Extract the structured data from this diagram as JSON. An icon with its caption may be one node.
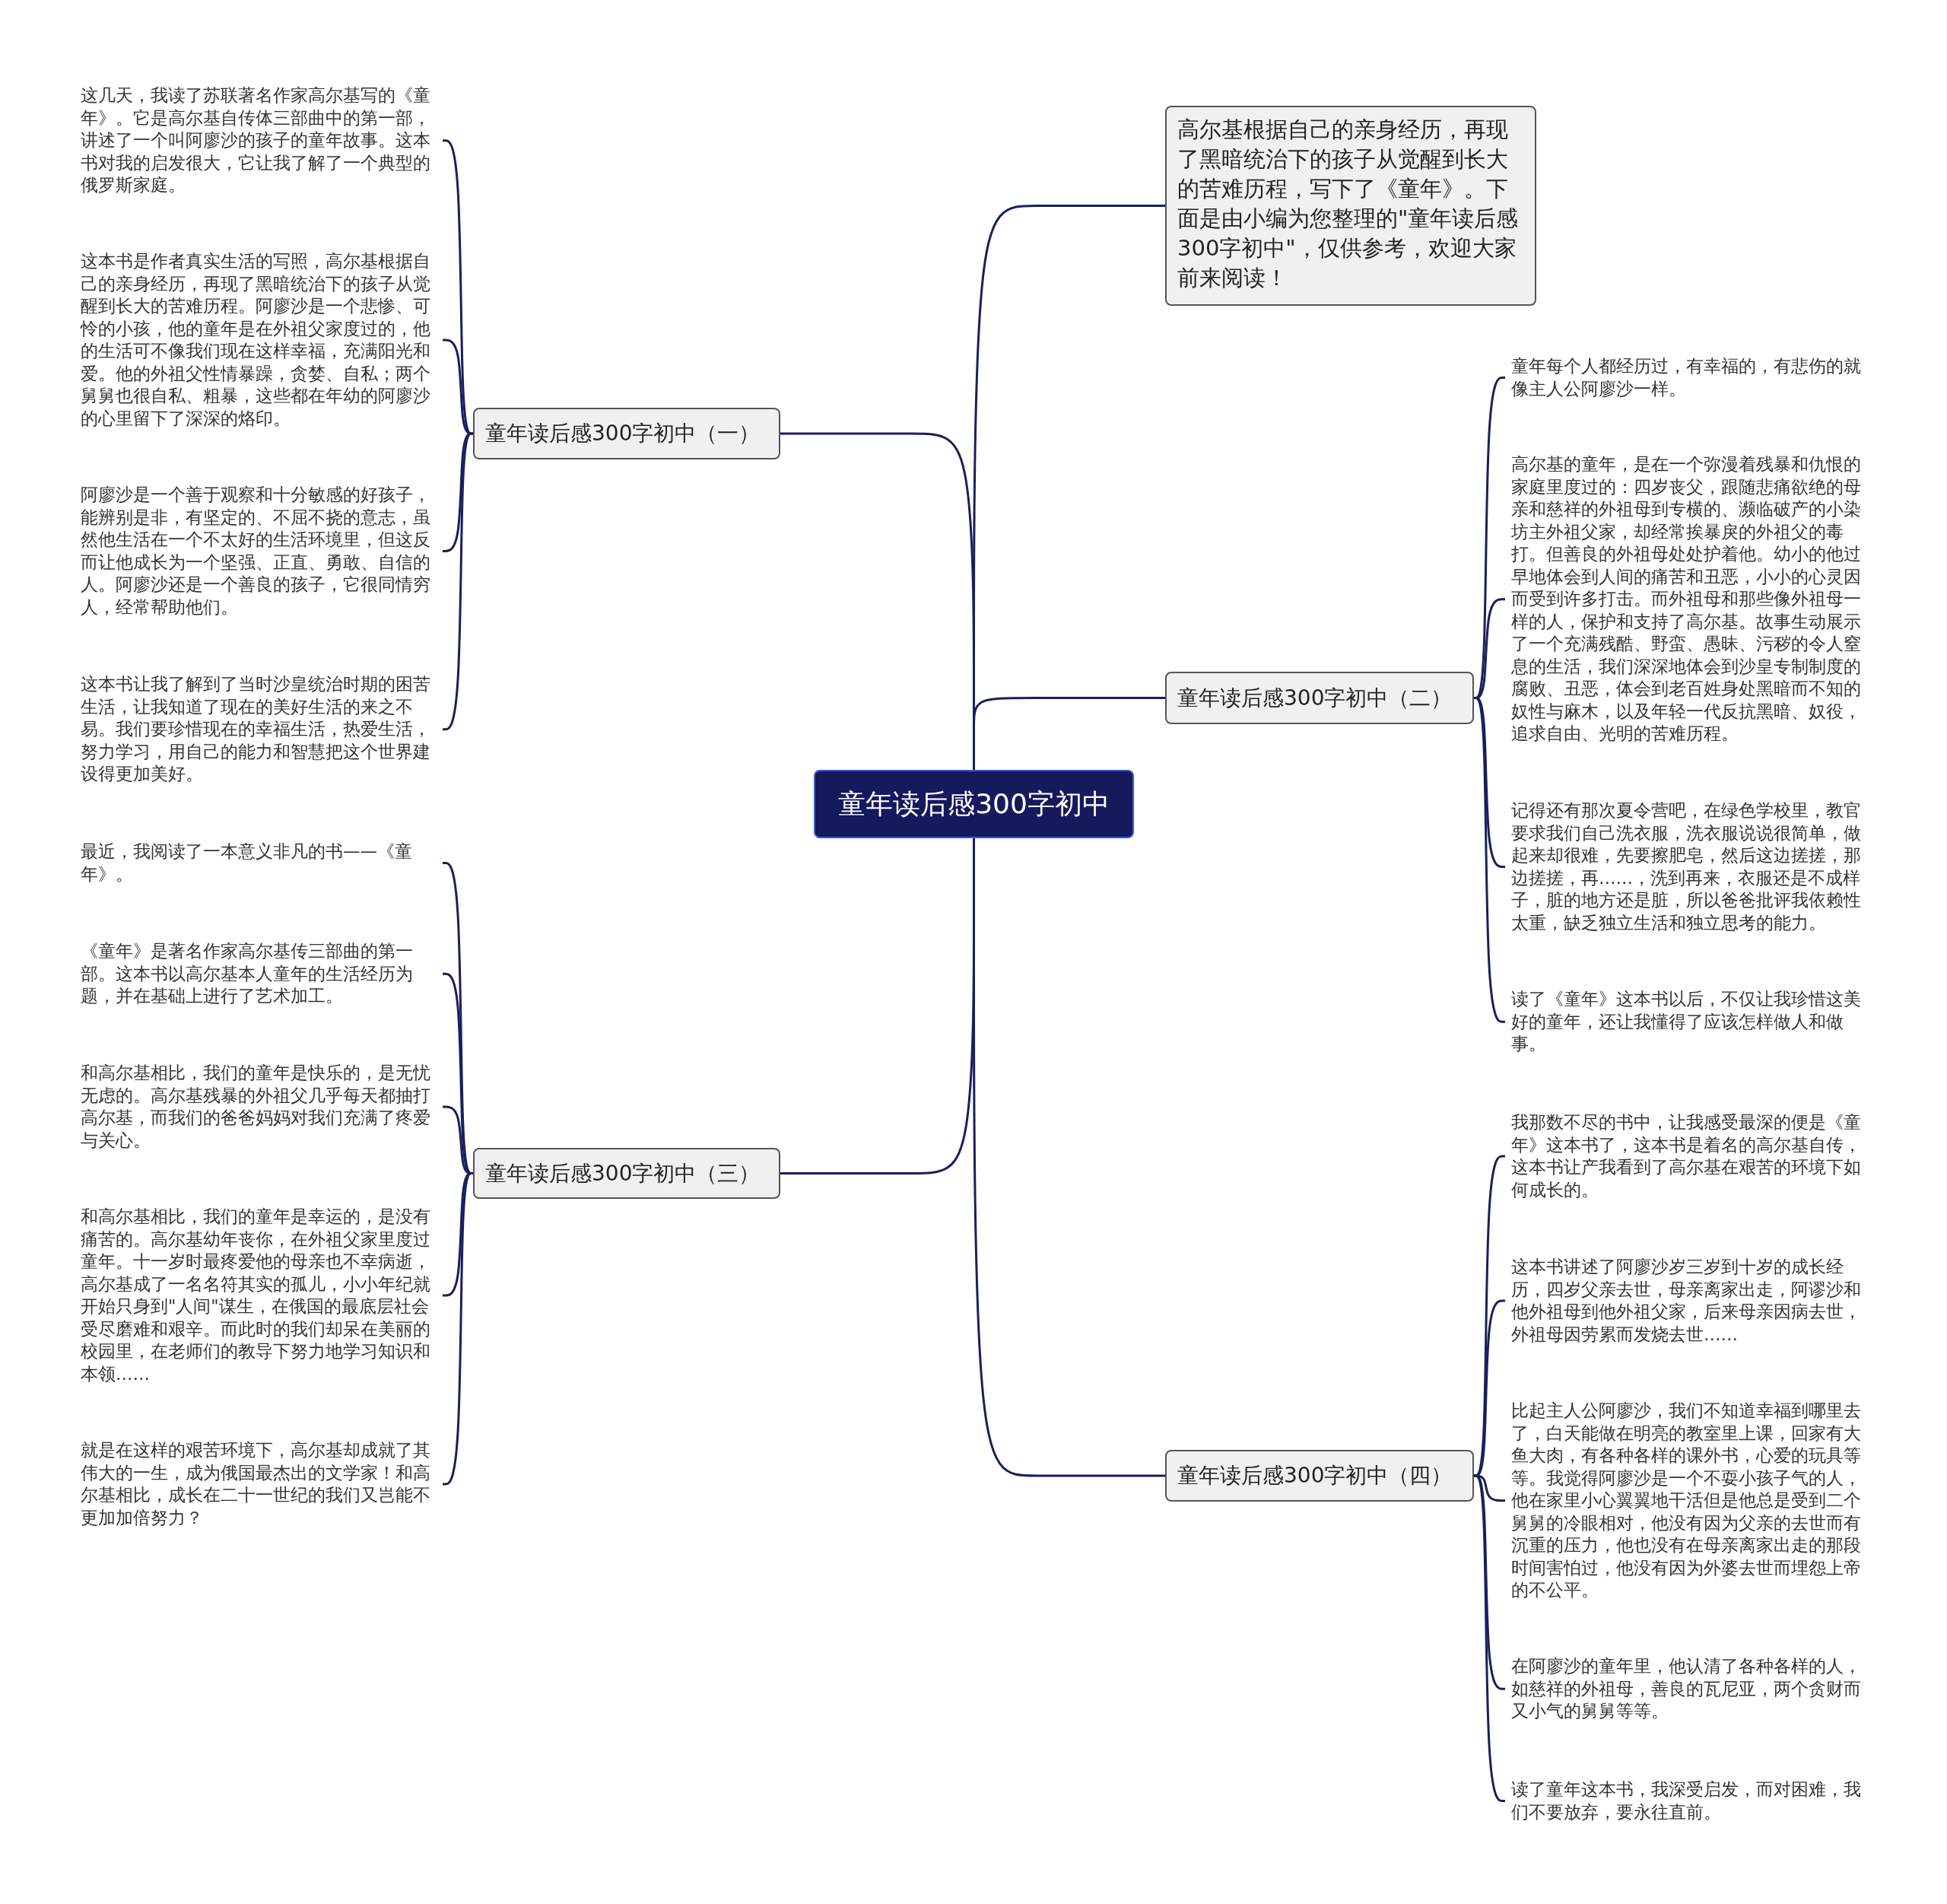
{
  "diagram": {
    "nodes": [
      {
        "text": [
          "童年读后感300字初中"
        ]
      },
      {
        "text": [
          "高尔基根据自己的亲身经历，再现了黑暗统治下的孩子从觉醒到长大的苦难历程，写下了《童年》。下面是由小编为您整理的\"童年读后感300字初中\"，仅供参考，欢迎大家前来阅读！"
        ]
      },
      {
        "text": [
          "童年读后感300字初中（一）"
        ]
      },
      {
        "text": [
          "这几天，我读了苏联著名作家高尔基写的《童年》。它是高尔基自传体三部曲中的第一部，讲述了一个叫阿廖沙的孩子的童年故事。这本书对我的启发很大，它让我了解了一个典型的俄罗斯家庭。"
        ]
      },
      {
        "text": [
          "这本书是作者真实生活的写照，高尔基根据自己的亲身经历，再现了黑暗统治下的孩子从觉醒到长大的苦难历程。阿廖沙是一个悲惨、可怜的小孩，他的童年是在外祖父家度过的，他的生活可不像我们现在这样幸福，充满阳光和爱。他的外祖父性情暴躁，贪婪、自私；两个舅舅也很自私、粗暴，这些都在年幼的阿廖沙的心里留下了深深的烙印。"
        ]
      },
      {
        "text": [
          "阿廖沙是一个善于观察和十分敏感的好孩子，能辨别是非，有坚定的、不屈不挠的意志，虽然他生活在一个不太好的生活环境里，但这反而让他成长为一个坚强、正直、勇敢、自信的人。阿廖沙还是一个善良的孩子，它很同情穷人，经常帮助他们。"
        ]
      },
      {
        "text": [
          "这本书让我了解到了当时沙皇统治时期的困苦生活，让我知道了现在的美好生活的来之不易。我们要珍惜现在的幸福生活，热爱生活，努力学习，用自己的能力和智慧把这个世界建设得更加美好。"
        ]
      },
      {
        "text": [
          "童年读后感300字初中（二）"
        ]
      },
      {
        "text": [
          "童年每个人都经历过，有幸福的，有悲伤的就像主人公阿廖沙一样。"
        ]
      },
      {
        "text": [
          "高尔基的童年，是在一个弥漫着残暴和仇恨的家庭里度过的：四岁丧父，跟随悲痛欲绝的母亲和慈祥的外祖母到专横的、濒临破产的小染坊主外祖父家，却经常挨暴戾的外祖父的毒打。但善良的外祖母处处护着他。幼小的他过早地体会到人间的痛苦和丑恶，小小的心灵因而受到许多打击。而外祖母和那些像外祖母一样的人，保护和支持了高尔基。故事生动展示了一个充满残酷、野蛮、愚昧、污秽的令人窒息的生活，我们深深地体会到沙皇专制制度的腐败、丑恶，体会到老百姓身处黑暗而不知的奴性与麻木，以及年轻一代反抗黑暗、奴役，追求自由、光明的苦难历程。"
        ]
      },
      {
        "text": [
          "记得还有那次夏令营吧，在绿色学校里，教官要求我们自己洗衣服，洗衣服说说很简单，做起来却很难，先要擦肥皂，然后这边搓搓，那边搓搓，再……，洗到再来，衣服还是不成样子，脏的地方还是脏，所以爸爸批评我依赖性太重，缺乏独立生活和独立思考的能力。"
        ]
      },
      {
        "text": [
          "读了《童年》这本书以后，不仅让我珍惜这美好的童年，还让我懂得了应该怎样做人和做事。"
        ]
      },
      {
        "text": [
          "童年读后感300字初中（三）"
        ]
      },
      {
        "text": [
          "最近，我阅读了一本意义非凡的书——《童年》。"
        ]
      },
      {
        "text": [
          "《童年》是著名作家高尔基传三部曲的第一部。这本书以高尔基本人童年的生活经历为题，并在基础上进行了艺术加工。"
        ]
      },
      {
        "text": [
          "和高尔基相比，我们的童年是快乐的，是无忧无虑的。高尔基残暴的外祖父几乎每天都抽打高尔基，而我们的爸爸妈妈对我们充满了疼爱与关心。"
        ]
      },
      {
        "text": [
          "和高尔基相比，我们的童年是幸运的，是没有痛苦的。高尔基幼年丧你，在外祖父家里度过童年。十一岁时最疼爱他的母亲也不幸病逝，高尔基成了一名名符其实的孤儿，小小年纪就开始只身到\"人间\"谋生，在俄国的最底层社会受尽磨难和艰辛。而此时的我们却呆在美丽的校园里，在老师们的教导下努力地学习知识和本领……"
        ]
      },
      {
        "text": [
          "就是在这样的艰苦环境下，高尔基却成就了其伟大的一生，成为俄国最杰出的文学家！和高尔基相比，成长在二十一世纪的我们又岂能不更加加倍努力？"
        ]
      },
      {
        "text": [
          "童年读后感300字初中（四）"
        ]
      },
      {
        "text": [
          "我那数不尽的书中，让我感受最深的便是《童年》这本书了，这本书是着名的高尔基自传，这本书让产我看到了高尔基在艰苦的环境下如何成长的。"
        ]
      },
      {
        "text": [
          "这本书讲述了阿廖沙岁三岁到十岁的成长经历，四岁父亲去世，母亲离家出走，阿谬沙和他外祖母到他外祖父家，后来母亲因病去世，外祖母因劳累而发烧去世……"
        ]
      },
      {
        "text": [
          "比起主人公阿廖沙，我们不知道幸福到哪里去了，白天能做在明亮的教室里上课，回家有大鱼大肉，有各种各样的课外书，心爱的玩具等等。我觉得阿廖沙是一个不耍小孩子气的人，他在家里小心翼翼地干活但是他总是受到二个舅舅的冷眼相对，他没有因为父亲的去世而有沉重的压力，他也没有在母亲离家出走的那段时间害怕过，他没有因为外婆去世而埋怨上帝的不公平。"
        ]
      },
      {
        "text": [
          "在阿廖沙的童年里，他认清了各种各样的人，如慈祥的外祖母，善良的瓦尼亚，两个贪财而又小气的舅舅等等。"
        ]
      },
      {
        "text": [
          "读了童年这本书，我深受启发，而对困难，我们不要放弃，要永往直前。"
        ]
      }
    ],
    "edges": [
      {
        "from": 0,
        "to": 1,
        "arrow": "none"
      },
      {
        "from": 0,
        "to": 2,
        "arrow": "none"
      },
      {
        "from": 2,
        "to": 3,
        "arrow": "none"
      },
      {
        "from": 2,
        "to": 4,
        "arrow": "none"
      },
      {
        "from": 2,
        "to": 5,
        "arrow": "none"
      },
      {
        "from": 2,
        "to": 6,
        "arrow": "none"
      },
      {
        "from": 0,
        "to": 7,
        "arrow": "none"
      },
      {
        "from": 7,
        "to": 8,
        "arrow": "none"
      },
      {
        "from": 7,
        "to": 9,
        "arrow": "none"
      },
      {
        "from": 7,
        "to": 10,
        "arrow": "none"
      },
      {
        "from": 7,
        "to": 11,
        "arrow": "none"
      },
      {
        "from": 0,
        "to": 12,
        "arrow": "none"
      },
      {
        "from": 12,
        "to": 13,
        "arrow": "none"
      },
      {
        "from": 12,
        "to": 14,
        "arrow": "none"
      },
      {
        "from": 12,
        "to": 15,
        "arrow": "none"
      },
      {
        "from": 12,
        "to": 16,
        "arrow": "none"
      },
      {
        "from": 12,
        "to": 17,
        "arrow": "none"
      },
      {
        "from": 0,
        "to": 18,
        "arrow": "none"
      },
      {
        "from": 18,
        "to": 19,
        "arrow": "none"
      },
      {
        "from": 18,
        "to": 20,
        "arrow": "none"
      },
      {
        "from": 18,
        "to": 21,
        "arrow": "none"
      },
      {
        "from": 18,
        "to": 22,
        "arrow": "none"
      },
      {
        "from": 18,
        "to": 23,
        "arrow": "none"
      }
    ]
  }
}
